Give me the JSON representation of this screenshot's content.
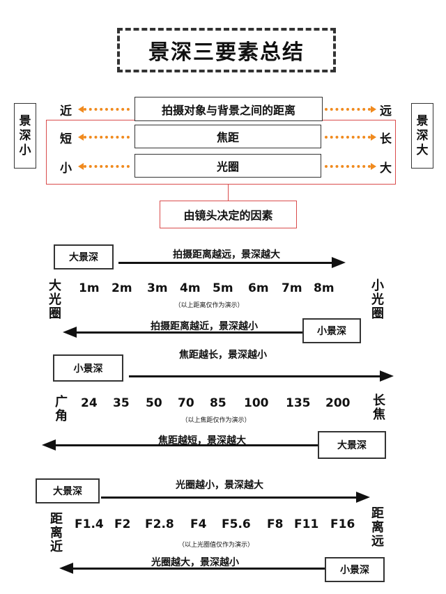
{
  "title": "景深三要素总结",
  "top_diagram": {
    "left_box": "景深小",
    "right_box": "景深大",
    "rows": [
      {
        "left": "近",
        "factor": "拍摄对象与背景之间的距离",
        "right": "远"
      },
      {
        "left": "短",
        "factor": "焦距",
        "right": "长"
      },
      {
        "left": "小",
        "factor": "光圈",
        "right": "大"
      }
    ],
    "lens_label": "由镜头决定的因素",
    "colors": {
      "dotted_arrow": "#f08a1e",
      "lens_frame": "#d94b4b"
    }
  },
  "sections": {
    "distance": {
      "box_top": "大景深",
      "caption_top": "拍摄距离越远，景深越大",
      "left_label": "大光圈",
      "right_label": "小光圈",
      "values": [
        "1m",
        "2m",
        "3m",
        "4m",
        "5m",
        "6m",
        "7m",
        "8m"
      ],
      "note": "（以上距离仅作为演示）",
      "caption_bottom": "拍摄距离越近，景深越小",
      "box_bottom": "小景深"
    },
    "focal": {
      "box_top": "小景深",
      "caption_top": "焦距越长，景深越小",
      "left_label": "广角",
      "right_label": "长焦",
      "values": [
        "24",
        "35",
        "50",
        "70",
        "85",
        "100",
        "135",
        "200"
      ],
      "note": "（以上焦距仅作为演示）",
      "caption_bottom": "焦距越短，景深越大",
      "box_bottom": "大景深"
    },
    "aperture": {
      "box_top": "大景深",
      "caption_top": "光圈越小，景深越大",
      "left_label": "距离近",
      "right_label": "距离远",
      "values": [
        "F1.4",
        "F2",
        "F2.8",
        "F4",
        "F5.6",
        "F8",
        "F11",
        "F16"
      ],
      "note": "（以上光圈值仅作为演示）",
      "caption_bottom": "光圈越大，景深越小",
      "box_bottom": "小景深"
    }
  }
}
